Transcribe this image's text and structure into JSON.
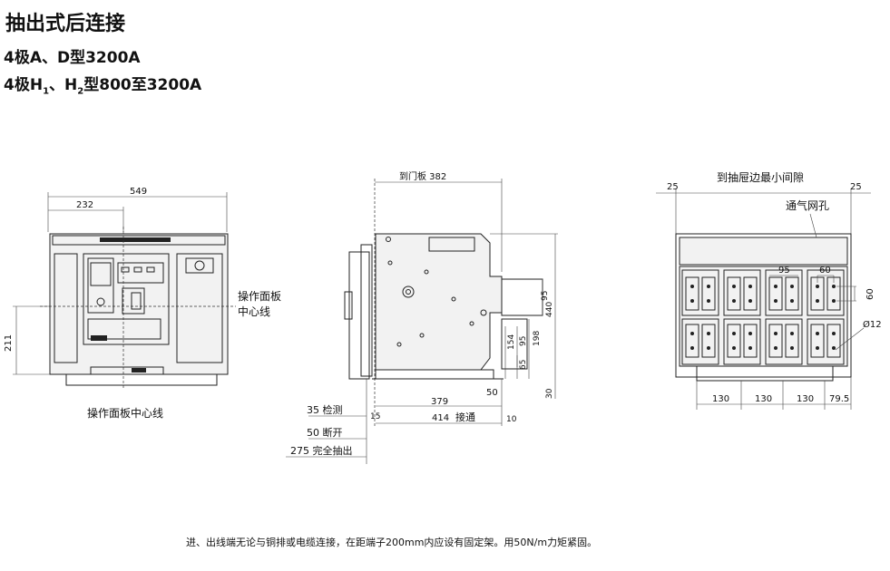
{
  "heading": {
    "title": "抽出式后连接",
    "line1": "4极A、D型3200A",
    "line2_a": "4极H",
    "line2_sub1": "1",
    "line2_b": "、H",
    "line2_sub2": "2",
    "line2_c": "型800至3200A"
  },
  "front_view": {
    "width": "549",
    "offset": "232",
    "height": "211",
    "panel_label_right_1": "操作面板",
    "panel_label_right_2": "中心线",
    "panel_label_bottom": "操作面板中心线"
  },
  "side_view": {
    "door": "到门板 382",
    "d95": "95",
    "d440": "440",
    "d154": "154",
    "d95b": "95",
    "d198": "198",
    "d65": "65",
    "d50": "50",
    "d30": "30",
    "d15": "15",
    "d379": "379",
    "d414": "414",
    "connect": "接通",
    "d10": "10",
    "pos35": "35 检测",
    "pos50": "50 断开",
    "pos275": "275 完全抽出"
  },
  "rear_view": {
    "clearance": "到抽屉边最小间隙",
    "d25_left": "25",
    "d25_right": "25",
    "vent": "通气网孔",
    "d95": "95",
    "d60_top": "60",
    "d60_side": "60",
    "hole": "Ø12",
    "d130_1": "130",
    "d130_2": "130",
    "d130_3": "130",
    "d79_5": "79.5"
  },
  "footnote": "进、出线端无论与铜排或电缆连接，在距端子200mm内应设有固定架。用50N/m力矩紧固。"
}
